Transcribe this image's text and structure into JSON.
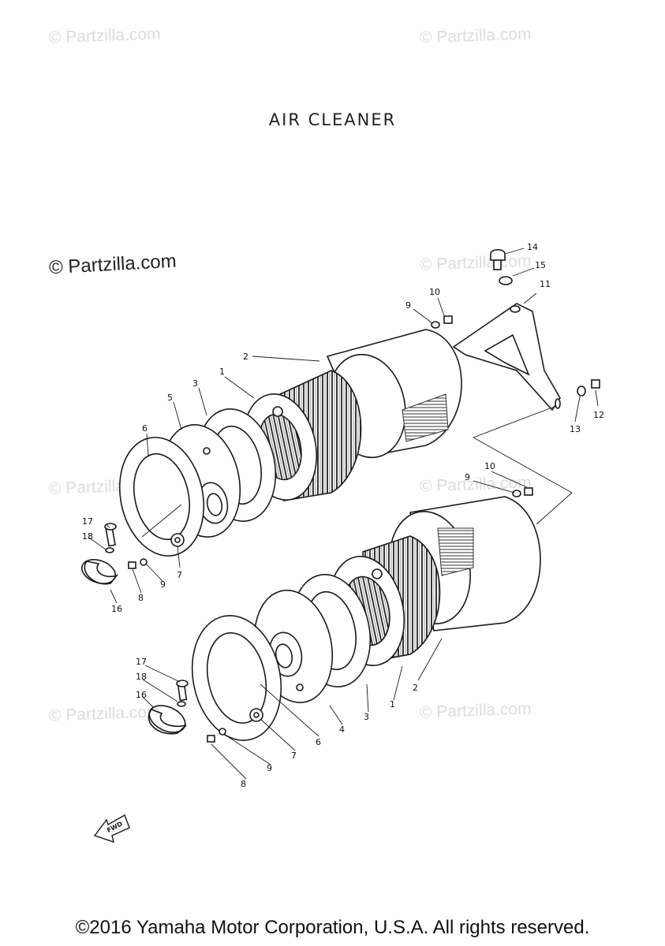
{
  "title": "AIR CLEANER",
  "watermark": "© Partzilla.com",
  "fwd_label": "FWD",
  "copyright": "©2016 Yamaha Motor Corporation, U.S.A. All rights reserved.",
  "callouts": {
    "upper": {
      "c1": "1",
      "c2": "2",
      "c3": "3",
      "c5": "5",
      "c6": "6",
      "c7": "7",
      "c8": "8",
      "c9": "9",
      "c9b": "9",
      "c10": "10",
      "c11": "11",
      "c12": "12",
      "c13": "13",
      "c14": "14",
      "c15": "15",
      "c16": "16",
      "c17": "17",
      "c18": "18"
    },
    "lower": {
      "c1": "1",
      "c2": "2",
      "c3": "3",
      "c4": "4",
      "c6": "6",
      "c7": "7",
      "c8": "8",
      "c9": "9",
      "c9b": "9",
      "c10": "10",
      "c16": "16",
      "c17": "17",
      "c18": "18"
    }
  },
  "colors": {
    "ink": "#1a1a1a",
    "watermark": "#dcdcdc",
    "paper": "#ffffff"
  }
}
